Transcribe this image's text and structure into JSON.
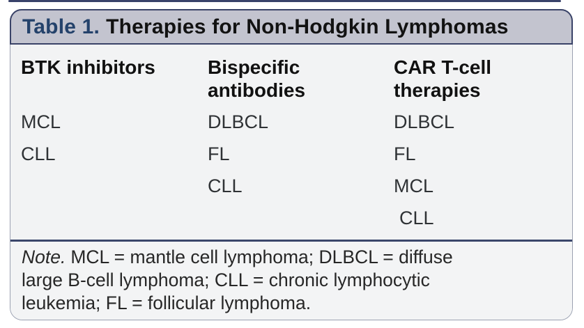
{
  "table": {
    "title_label": "Table 1.",
    "title_text": "Therapies for Non-Hodgkin Lymphomas",
    "columns": [
      {
        "header": "BTK inhibitors",
        "items": [
          "MCL",
          "CLL"
        ]
      },
      {
        "header": "Bispecific antibodies",
        "items": [
          "DLBCL",
          "FL",
          "CLL"
        ]
      },
      {
        "header": "CAR T-cell therapies",
        "items": [
          "DLBCL",
          "FL",
          "MCL",
          "CLL"
        ]
      }
    ],
    "note": {
      "label": "Note.",
      "lines": [
        "MCL = mantle cell lymphoma; DLBCL = diffuse",
        "large B-cell lymphoma; CLL = chronic lymphocytic",
        "leukemia; FL = follicular lymphoma."
      ]
    }
  },
  "colors": {
    "accent_navy": "#3a4368",
    "title_navy": "#24426b",
    "header_bg": "#c3c4cf",
    "body_bg": "#f2f3f4",
    "outer_border": "#9ba1b1"
  }
}
